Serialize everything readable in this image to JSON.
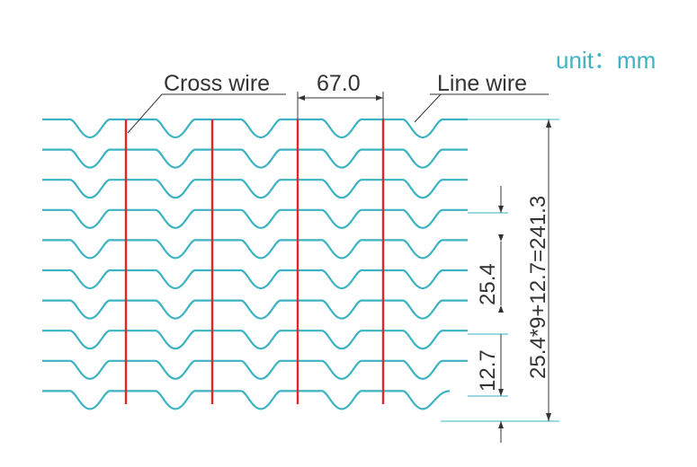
{
  "unit_label": "unit：mm",
  "labels": {
    "cross_wire": "Cross wire",
    "line_wire": "Line wire"
  },
  "dimensions": {
    "cross_wire_spacing": "67.0",
    "line_wire_pitch": "25.4",
    "half_pitch": "12.7",
    "total_height": "25.4*9+12.7=241.3"
  },
  "colors": {
    "line_wire": "#3bb3c3",
    "cross_wire": "#e0262b",
    "dimension": "#333333",
    "unit_text": "#3bb3c3"
  },
  "counts": {
    "line_wires": 10,
    "cross_wires": 4
  }
}
